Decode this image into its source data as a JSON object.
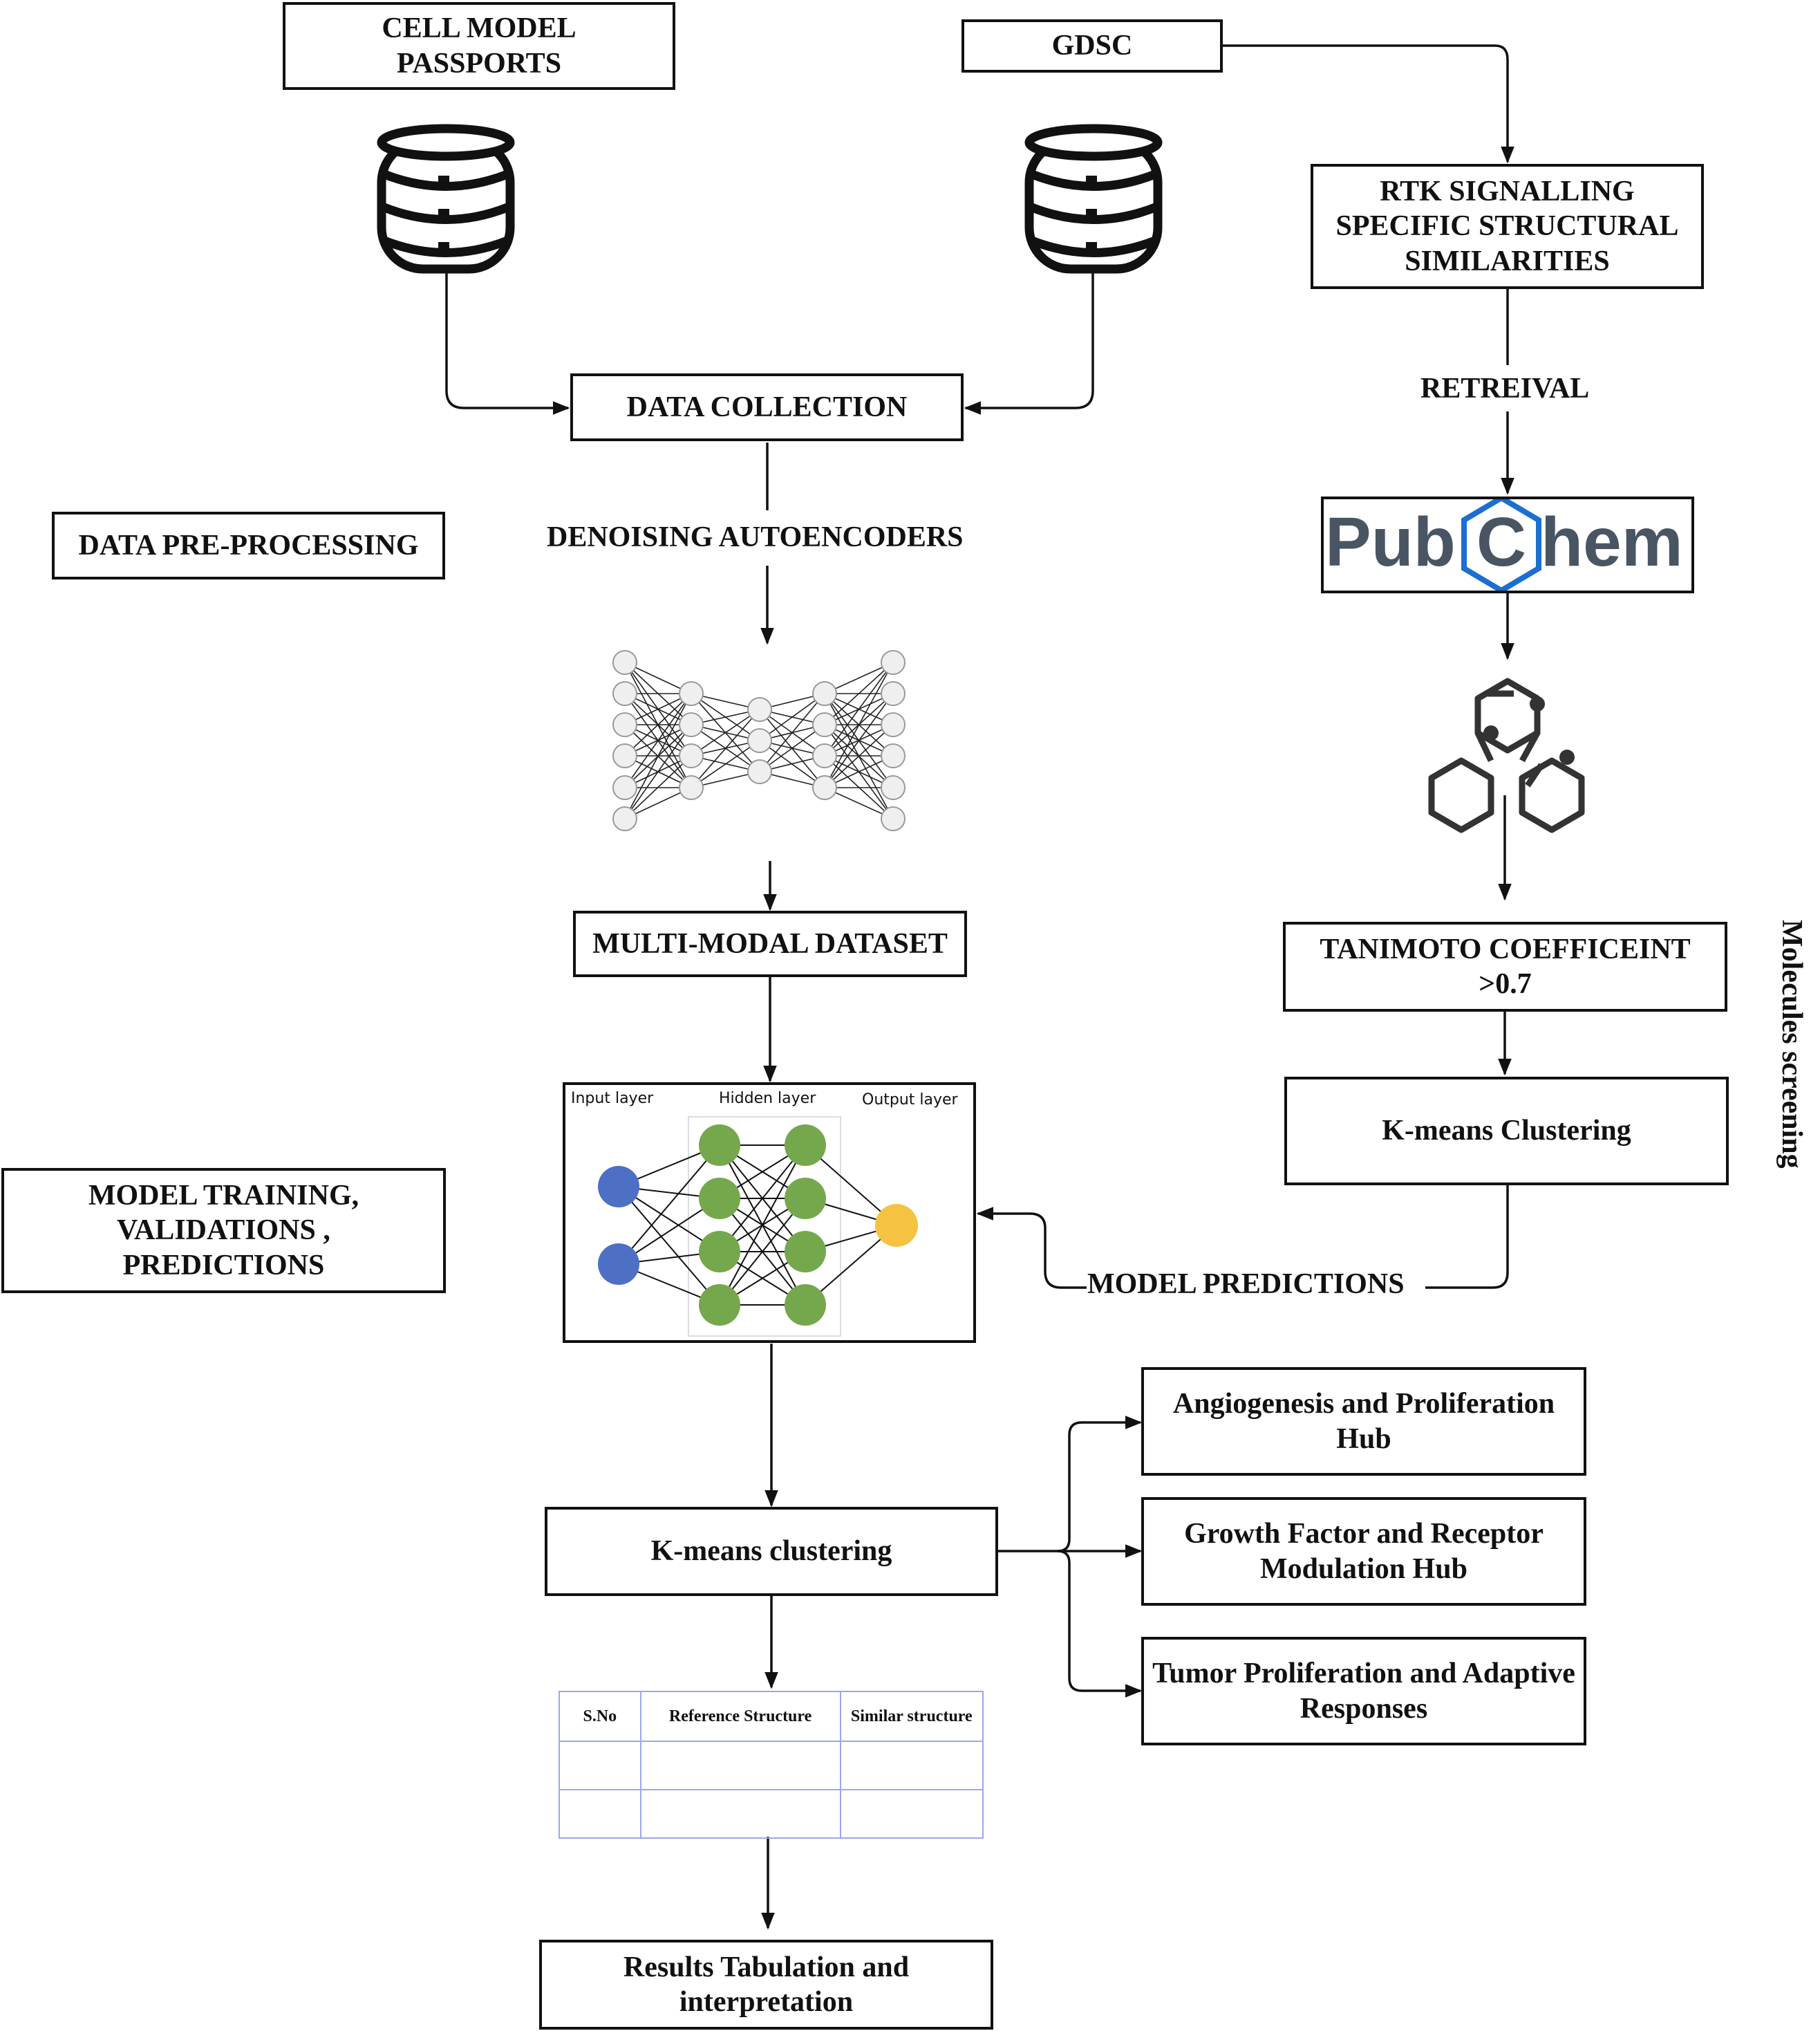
{
  "boxes": {
    "cell_model": "CELL MODEL\nPASSPORTS",
    "gdsc": "GDSC",
    "rtk": "RTK SIGNALLING\nSPECIFIC STRUCTURAL\nSIMILARITIES",
    "data_collection": "DATA COLLECTION",
    "data_preprocessing": "DATA PRE-PROCESSING",
    "multi_modal": "MULTI-MODAL DATASET",
    "tanimoto": "TANIMOTO COEFFICEINT\n>0.7",
    "kmeans_top": "K-means Clustering",
    "model_training": "MODEL TRAINING,\nVALIDATIONS ,\nPREDICTIONS",
    "kmeans_bottom": "K-means clustering",
    "angiogenesis": "Angiogenesis and Proliferation\nHub",
    "growth_factor": "Growth Factor and Receptor\nModulation Hub",
    "tumor": "Tumor Proliferation and Adaptive\nResponses",
    "results": "Results Tabulation and\ninterpretation"
  },
  "labels": {
    "retrieval": "RETREIVAL",
    "denoising": "DENOISING AUTOENCODERS",
    "model_predictions": "MODEL PREDICTIONS",
    "molecules_screening": "Molecules screening"
  },
  "pubchem": {
    "prefix": "Pub",
    "center": "C",
    "suffix": "hem",
    "text_color": "#4a5563",
    "accent": "#1a6fd1"
  },
  "neural_network": {
    "input_label": "Input layer",
    "hidden_label": "Hidden layer",
    "output_label": "Output layer",
    "colors": {
      "input": "#4d6fc4",
      "hidden": "#75a84c",
      "output": "#f5c242"
    }
  },
  "table": {
    "headers": [
      "S.No",
      "Reference Structure",
      "Similar structure"
    ],
    "rows": [
      [
        "",
        "",
        ""
      ],
      [
        "",
        "",
        ""
      ]
    ],
    "border_color": "#9aa8ea"
  },
  "icons": [
    "database-icon",
    "autoencoder-icon",
    "molecule-icon"
  ]
}
